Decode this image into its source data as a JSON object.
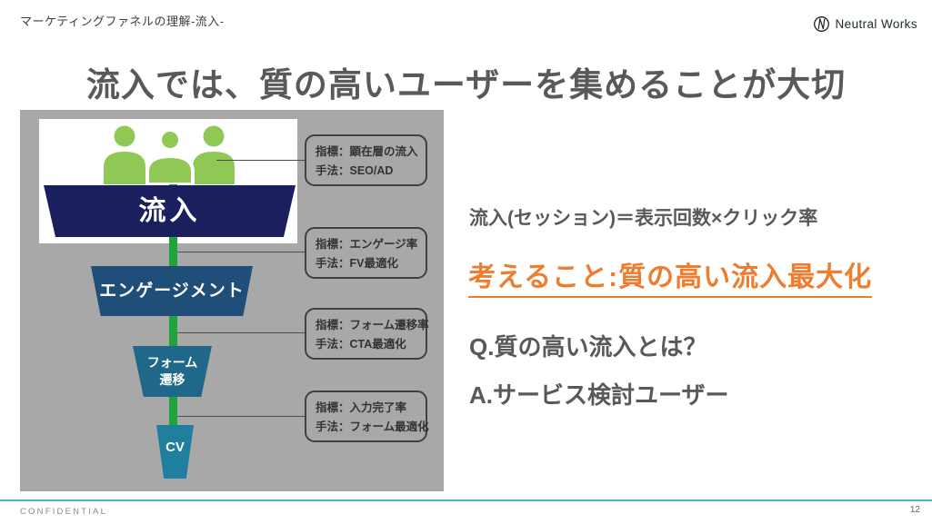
{
  "slide": {
    "header": {
      "breadcrumb": "マーケティングファネルの理解-流入-",
      "logo_text": "Neutral Works"
    },
    "title": "流入では、質の高いユーザーを集めることが大切",
    "funnel": {
      "stages": [
        {
          "label": "流入"
        },
        {
          "label": "エンゲージメント"
        },
        {
          "label": "フォーム\n遷移"
        },
        {
          "label": "CV"
        }
      ],
      "callouts": [
        {
          "metric": "指標：顕在層の流入",
          "method": "手法：SEO/AD"
        },
        {
          "metric": "指標：エンゲージ率",
          "method": "手法：FV最適化"
        },
        {
          "metric": "指標：フォーム遷移率",
          "method": "手法：CTA最適化"
        },
        {
          "metric": "指標：入力完了率",
          "method": "手法：フォーム最適化"
        }
      ]
    },
    "body": {
      "formula": "流入(セッション)＝表示回数×クリック率",
      "key_point": "考えること:質の高い流入最大化",
      "question": "Q.質の高い流入とは？",
      "answer": "A.サービス検討ユーザー"
    },
    "footer": {
      "confidential": "CONFIDENTIAL",
      "page_number": "12"
    },
    "colors": {
      "accent_orange": "#ED7D31",
      "text_gray": "#595959",
      "funnel_stage_1": "#1B1F5E",
      "funnel_stage_2": "#1F4E79",
      "funnel_stage_3": "#20688A",
      "funnel_stage_4": "#1E7F9E",
      "connector_green": "#1FA33C",
      "people_green": "#8FC855",
      "panel_gray": "#A8A8A8",
      "footer_line_teal": "#45B8CE"
    }
  }
}
